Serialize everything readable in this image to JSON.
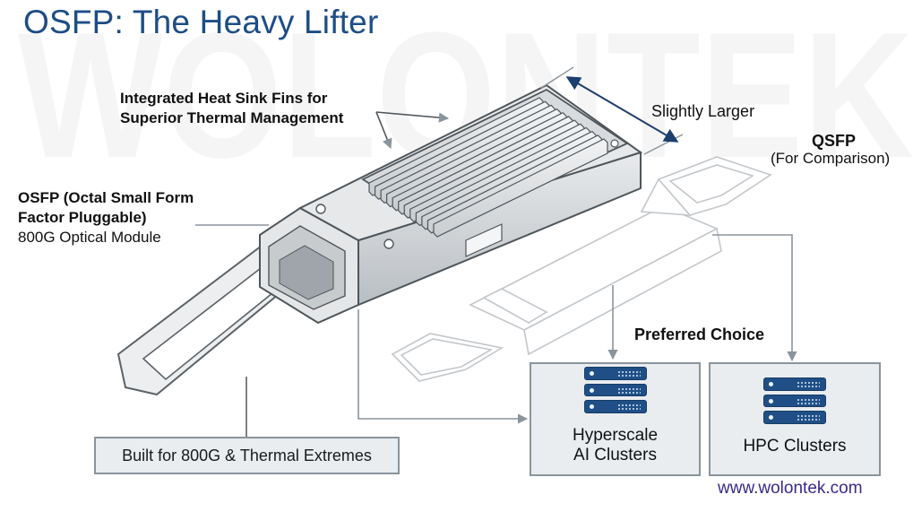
{
  "header": {
    "title": "OSFP: The Heavy Lifter"
  },
  "watermark": {
    "text": "WOLONTEK"
  },
  "labels": {
    "heat_sink_line1": "Integrated Heat Sink Fins for",
    "heat_sink_line2": "Superior Thermal Management",
    "osfp_line1": "OSFP (Octal Small Form",
    "osfp_line2": "Factor Pluggable)",
    "osfp_line3": "800G Optical Module",
    "slightly_larger": "Slightly Larger",
    "qsfp_title": "QSFP",
    "qsfp_sub": "(For Comparison)",
    "preferred_choice": "Preferred Choice",
    "built_for": "Built for 800G & Thermal Extremes"
  },
  "boxes": {
    "hyperscale_line1": "Hyperscale",
    "hyperscale_line2": "AI Clusters",
    "hpc": "HPC Clusters"
  },
  "footer": {
    "url": "www.wolontek.com"
  },
  "icons": {
    "server": "server-rack-icon",
    "arrow": "arrow-icon"
  },
  "colors": {
    "title": "#1d4d86",
    "server_icon": "#1f4f86",
    "box_fill": "#e9edf0",
    "box_border": "#8a949c",
    "connector": "#8a949c",
    "url": "#3a2a8a"
  }
}
